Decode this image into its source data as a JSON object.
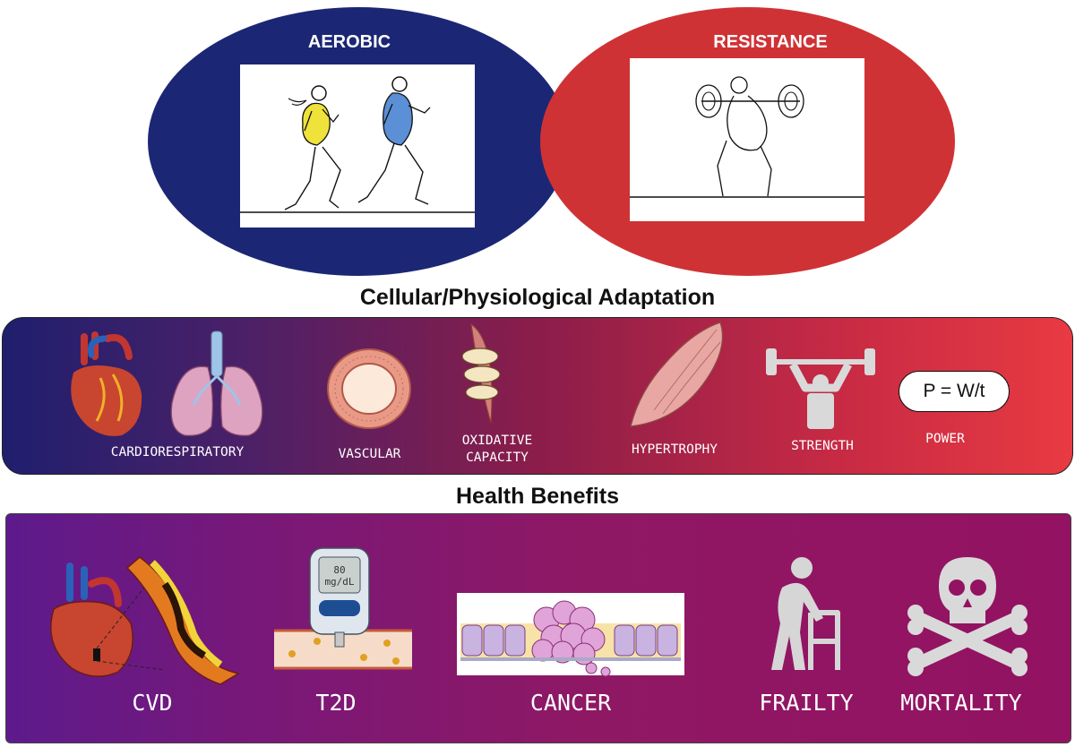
{
  "venn": {
    "left": {
      "title": "AEROBIC",
      "color": "#1b2774"
    },
    "right": {
      "title": "RESISTANCE",
      "color": "#cf3235"
    }
  },
  "adaptation": {
    "title": "Cellular/Physiological Adaptation",
    "items": [
      {
        "label": "CARDIORESPIRATORY",
        "icon": "heart-lungs-icon"
      },
      {
        "label": "VASCULAR",
        "icon": "vessel-cross-section-icon"
      },
      {
        "label": "OXIDATIVE",
        "label2": "CAPACITY",
        "icon": "mitochondria-muscle-icon"
      },
      {
        "label": "HYPERTROPHY",
        "icon": "muscle-icon"
      },
      {
        "label": "STRENGTH",
        "icon": "weightlifter-icon"
      },
      {
        "label": "POWER",
        "icon": "power-formula-icon"
      }
    ],
    "formula": "P = W/t"
  },
  "benefits": {
    "title": "Health Benefits",
    "items": [
      {
        "label": "CVD",
        "icon": "heart-artery-icon"
      },
      {
        "label": "T2D",
        "icon": "glucose-meter-icon"
      },
      {
        "label": "CANCER",
        "icon": "tumor-cells-icon"
      },
      {
        "label": "FRAILTY",
        "icon": "walker-person-icon"
      },
      {
        "label": "MORTALITY",
        "icon": "skull-crossbones-icon"
      }
    ],
    "glucose_value": "80",
    "glucose_unit": "mg/dL"
  },
  "colors": {
    "adaptation_gradient": [
      "#1f1f6e",
      "#8b1d4a",
      "#e83a42"
    ],
    "benefits_gradient": [
      "#5d1a8c",
      "#8f1864",
      "#931262"
    ]
  }
}
